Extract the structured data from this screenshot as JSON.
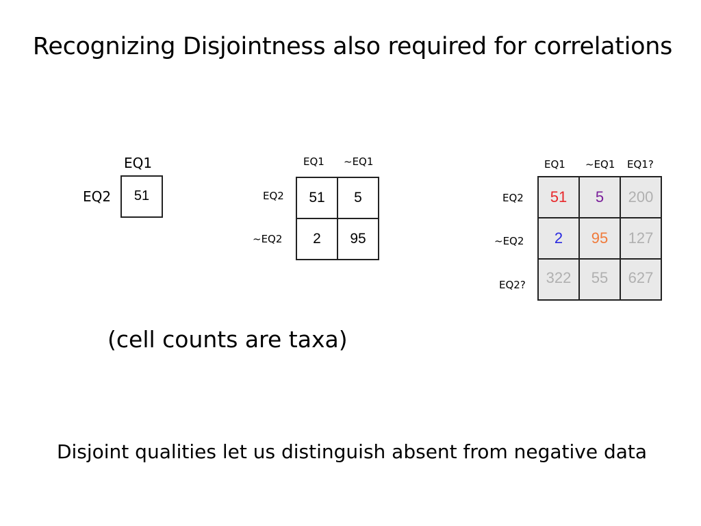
{
  "title": "Recognizing Disjointness also required for correlations",
  "table1": {
    "col_header": "EQ1",
    "row_header": "EQ2",
    "value": "51"
  },
  "table2": {
    "col_headers": [
      "EQ1",
      "~EQ1"
    ],
    "row_headers": [
      "EQ2",
      "~EQ2"
    ],
    "cells": [
      [
        "51",
        "5"
      ],
      [
        "2",
        "95"
      ]
    ]
  },
  "table3": {
    "col_headers": [
      "EQ1",
      "~EQ1",
      "EQ1?"
    ],
    "row_headers": [
      "EQ2",
      "~EQ2",
      "EQ2?"
    ],
    "cells": [
      [
        "51",
        "5",
        "200"
      ],
      [
        "2",
        "95",
        "127"
      ],
      [
        "322",
        "55",
        "627"
      ]
    ],
    "cell_colors": [
      [
        "#e8282b",
        "#7a1f9a",
        "#b0b0b0"
      ],
      [
        "#2a2ae0",
        "#f07a3a",
        "#b0b0b0"
      ],
      [
        "#b0b0b0",
        "#b0b0b0",
        "#b0b0b0"
      ]
    ]
  },
  "caption": "(cell counts are taxa)",
  "footer": "Disjoint qualities let us distinguish absent from negative data"
}
